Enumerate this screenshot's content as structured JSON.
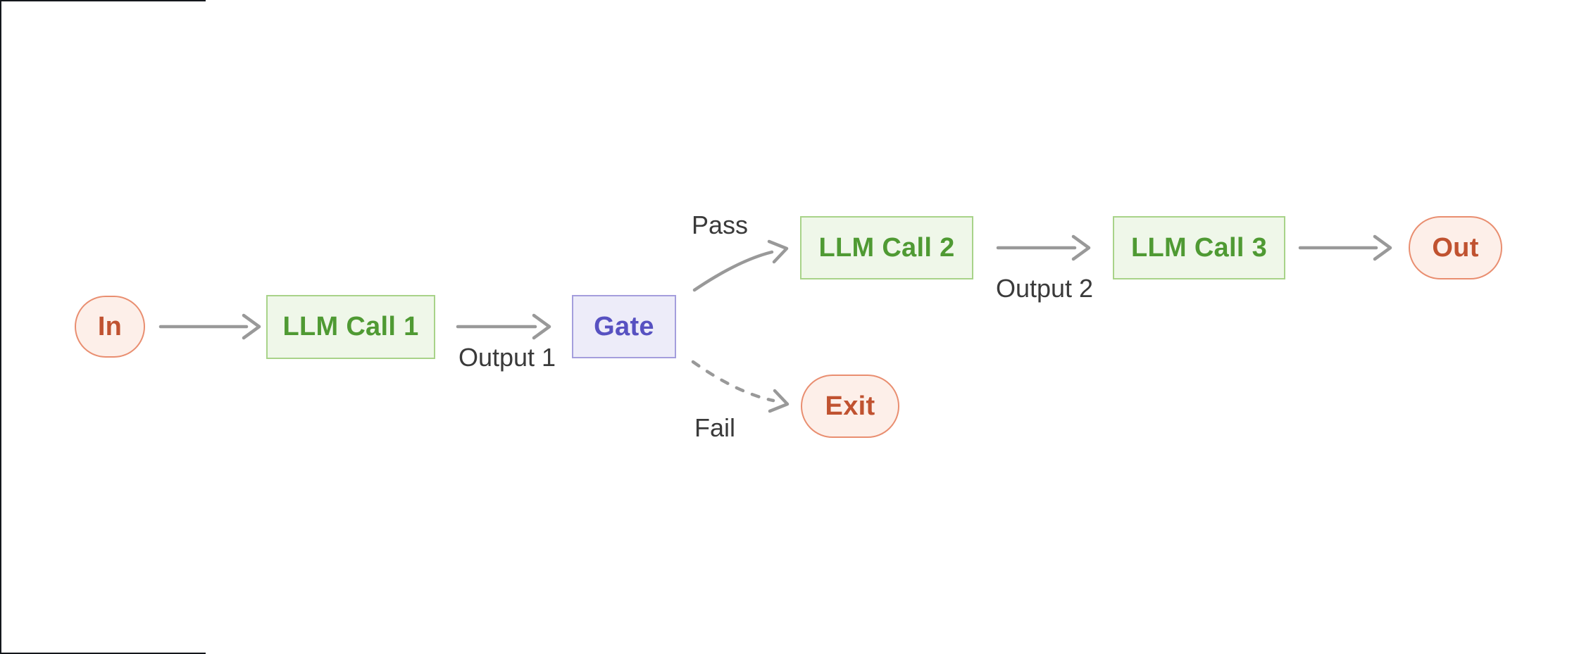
{
  "diagram": {
    "type": "flowchart",
    "direction": "left-to-right",
    "nodes": {
      "in": {
        "label": "In",
        "shape": "stadium",
        "color": "salmon"
      },
      "llm1": {
        "label": "LLM Call 1",
        "shape": "rectangle",
        "color": "green"
      },
      "gate": {
        "label": "Gate",
        "shape": "rectangle",
        "color": "purple"
      },
      "llm2": {
        "label": "LLM Call 2",
        "shape": "rectangle",
        "color": "green"
      },
      "llm3": {
        "label": "LLM Call 3",
        "shape": "rectangle",
        "color": "green"
      },
      "out": {
        "label": "Out",
        "shape": "stadium",
        "color": "salmon"
      },
      "exit": {
        "label": "Exit",
        "shape": "stadium",
        "color": "salmon"
      }
    },
    "edges": [
      {
        "from": "in",
        "to": "llm1",
        "label": "",
        "style": "solid"
      },
      {
        "from": "llm1",
        "to": "gate",
        "label": "Output 1",
        "style": "solid"
      },
      {
        "from": "gate",
        "to": "llm2",
        "label": "Pass",
        "style": "solid"
      },
      {
        "from": "llm2",
        "to": "llm3",
        "label": "Output 2",
        "style": "solid"
      },
      {
        "from": "llm3",
        "to": "out",
        "label": "",
        "style": "solid"
      },
      {
        "from": "gate",
        "to": "exit",
        "label": "Fail",
        "style": "dashed"
      }
    ],
    "colors": {
      "green_fill": "#eff7e9",
      "green_border": "#a8d389",
      "green_text": "#4f9a33",
      "purple_fill": "#edecf9",
      "purple_border": "#a49edd",
      "purple_text": "#5751c1",
      "salmon_fill": "#fdefe9",
      "salmon_border": "#e98e70",
      "salmon_text": "#c05230",
      "arrow": "#999999",
      "label_text": "#3a3a3a",
      "frame": "#14171c"
    }
  }
}
